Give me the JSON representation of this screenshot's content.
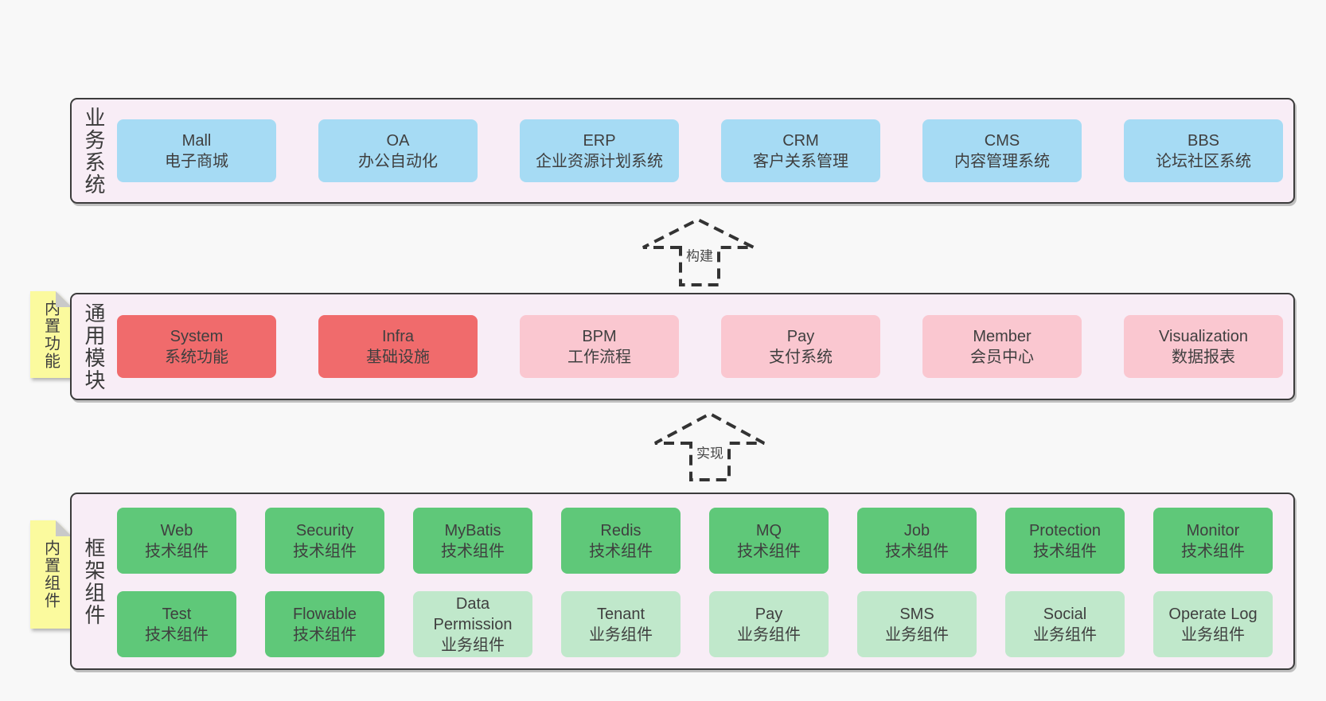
{
  "page": {
    "background": "#f8f8f8"
  },
  "colors": {
    "page": "#f8f8f8",
    "panel": "#f8edf6",
    "panel-border": "#3c3c3c",
    "blue": "#a6dbf4",
    "red": "#f06b6c",
    "pink": "#fac7d0",
    "green": "#5fc879",
    "lightgreen": "#c0e8cb",
    "yellow": "#fbfa9e",
    "fold": "#c9c9c9",
    "text": "#3f3f3f",
    "dash": "#333333"
  },
  "arrows": [
    {
      "label": "构建"
    },
    {
      "label": "实现"
    }
  ],
  "sections": [
    {
      "side_label": "业务系统",
      "rows": [
        [
          {
            "name": "Mall",
            "desc": "电子商城",
            "color": "blue"
          },
          {
            "name": "OA",
            "desc": "办公自动化",
            "color": "blue"
          },
          {
            "name": "ERP",
            "desc": "企业资源计划系统",
            "color": "blue"
          },
          {
            "name": "CRM",
            "desc": "客户关系管理",
            "color": "blue"
          },
          {
            "name": "CMS",
            "desc": "内容管理系统",
            "color": "blue"
          },
          {
            "name": "BBS",
            "desc": "论坛社区系统",
            "color": "blue"
          }
        ]
      ]
    },
    {
      "side_label": "通用模块",
      "tab": "内置功能",
      "rows": [
        [
          {
            "name": "System",
            "desc": "系统功能",
            "color": "red"
          },
          {
            "name": "Infra",
            "desc": "基础设施",
            "color": "red"
          },
          {
            "name": "BPM",
            "desc": "工作流程",
            "color": "pink"
          },
          {
            "name": "Pay",
            "desc": "支付系统",
            "color": "pink"
          },
          {
            "name": "Member",
            "desc": "会员中心",
            "color": "pink"
          },
          {
            "name": "Visualization",
            "desc": "数据报表",
            "color": "pink"
          }
        ]
      ]
    },
    {
      "side_label": "框架组件",
      "tab": "内置组件",
      "rows": [
        [
          {
            "name": "Web",
            "desc": "技术组件",
            "color": "green"
          },
          {
            "name": "Security",
            "desc": "技术组件",
            "color": "green"
          },
          {
            "name": "MyBatis",
            "desc": "技术组件",
            "color": "green"
          },
          {
            "name": "Redis",
            "desc": "技术组件",
            "color": "green"
          },
          {
            "name": "MQ",
            "desc": "技术组件",
            "color": "green"
          },
          {
            "name": "Job",
            "desc": "技术组件",
            "color": "green"
          },
          {
            "name": "Protection",
            "desc": "技术组件",
            "color": "green"
          },
          {
            "name": "Monitor",
            "desc": "技术组件",
            "color": "green"
          }
        ],
        [
          {
            "name": "Test",
            "desc": "技术组件",
            "color": "green"
          },
          {
            "name": "Flowable",
            "desc": "技术组件",
            "color": "green"
          },
          {
            "name": "Data Permission",
            "desc": "业务组件",
            "color": "lightgreen"
          },
          {
            "name": "Tenant",
            "desc": "业务组件",
            "color": "lightgreen"
          },
          {
            "name": "Pay",
            "desc": "业务组件",
            "color": "lightgreen"
          },
          {
            "name": "SMS",
            "desc": "业务组件",
            "color": "lightgreen"
          },
          {
            "name": "Social",
            "desc": "业务组件",
            "color": "lightgreen"
          },
          {
            "name": "Operate Log",
            "desc": "业务组件",
            "color": "lightgreen"
          }
        ]
      ]
    }
  ]
}
